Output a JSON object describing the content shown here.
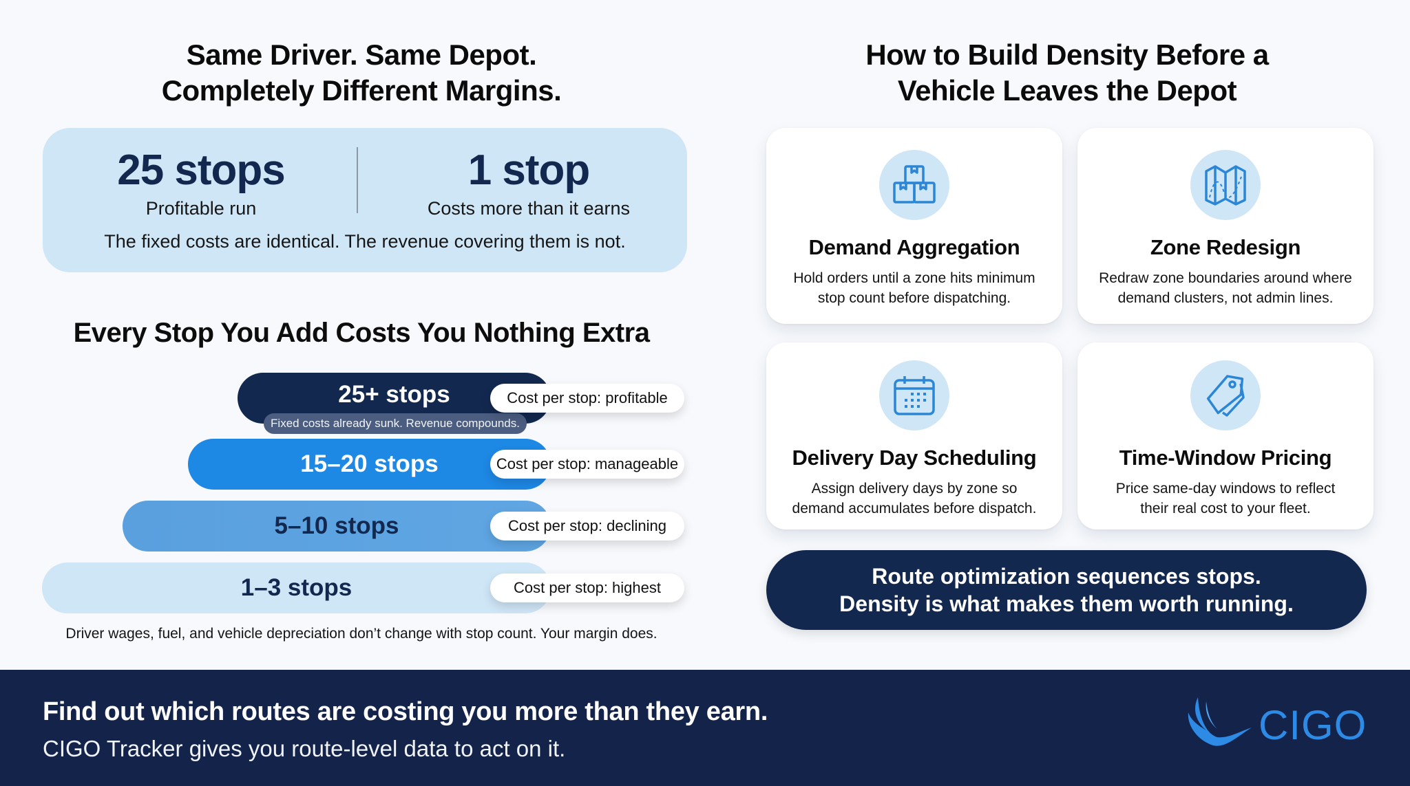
{
  "left": {
    "title_line1": "Same Driver. Same Depot.",
    "title_line2": "Completely Different Margins.",
    "compare": {
      "left_value": "25 stops",
      "left_label": "Profitable run",
      "right_value": "1 stop",
      "right_label": "Costs more than it earns",
      "footer": "The fixed costs are identical. The revenue covering them is not."
    },
    "stairs_title": "Every Stop You Add Costs You Nothing Extra",
    "tiers": [
      {
        "label": "25+ stops",
        "cost": "Cost per stop: profitable",
        "note": "Fixed costs already sunk. Revenue compounds.",
        "color": "#13284f",
        "text_color": "#ffffff"
      },
      {
        "label": "15–20 stops",
        "cost": "Cost per stop: manageable",
        "color": "#1e88e5",
        "text_color": "#ffffff"
      },
      {
        "label": "5–10 stops",
        "cost": "Cost per stop: declining",
        "color": "#5ca3e0",
        "text_color": "#13284f"
      },
      {
        "label": "1–3 stops",
        "cost": "Cost per stop: highest",
        "color": "#cfe6f7",
        "text_color": "#13284f"
      }
    ],
    "footnote": "Driver wages, fuel, and vehicle depreciation don’t change with stop count. Your margin does."
  },
  "right": {
    "title_line1": "How to Build Density Before a",
    "title_line2": "Vehicle Leaves the Depot",
    "cards": [
      {
        "icon": "boxes-icon",
        "title": "Demand Aggregation",
        "desc_line1": "Hold orders until a zone hits minimum",
        "desc_line2": "stop count before dispatching."
      },
      {
        "icon": "map-icon",
        "title": "Zone Redesign",
        "desc_line1": "Redraw zone boundaries around where",
        "desc_line2": "demand clusters, not admin lines."
      },
      {
        "icon": "calendar-icon",
        "title": "Delivery Day Scheduling",
        "desc_line1": "Assign delivery days by zone so",
        "desc_line2": "demand accumulates before dispatch."
      },
      {
        "icon": "price-tag-icon",
        "title": "Time-Window Pricing",
        "desc_line1": "Price same-day windows to reflect",
        "desc_line2": "their real cost to your fleet."
      }
    ],
    "callout_line1": "Route optimization sequences stops.",
    "callout_line2": "Density is what makes them worth running."
  },
  "footer": {
    "headline": "Find out which routes are costing you more than they earn.",
    "subline": "CIGO Tracker gives you route-level data to act on it.",
    "logo_text": "CIGO"
  },
  "colors": {
    "navy": "#13284f",
    "footer_bg": "#13234a",
    "accent_blue": "#1e88e5",
    "light_blue": "#cfe6f7",
    "icon_stroke": "#2b86d6"
  }
}
